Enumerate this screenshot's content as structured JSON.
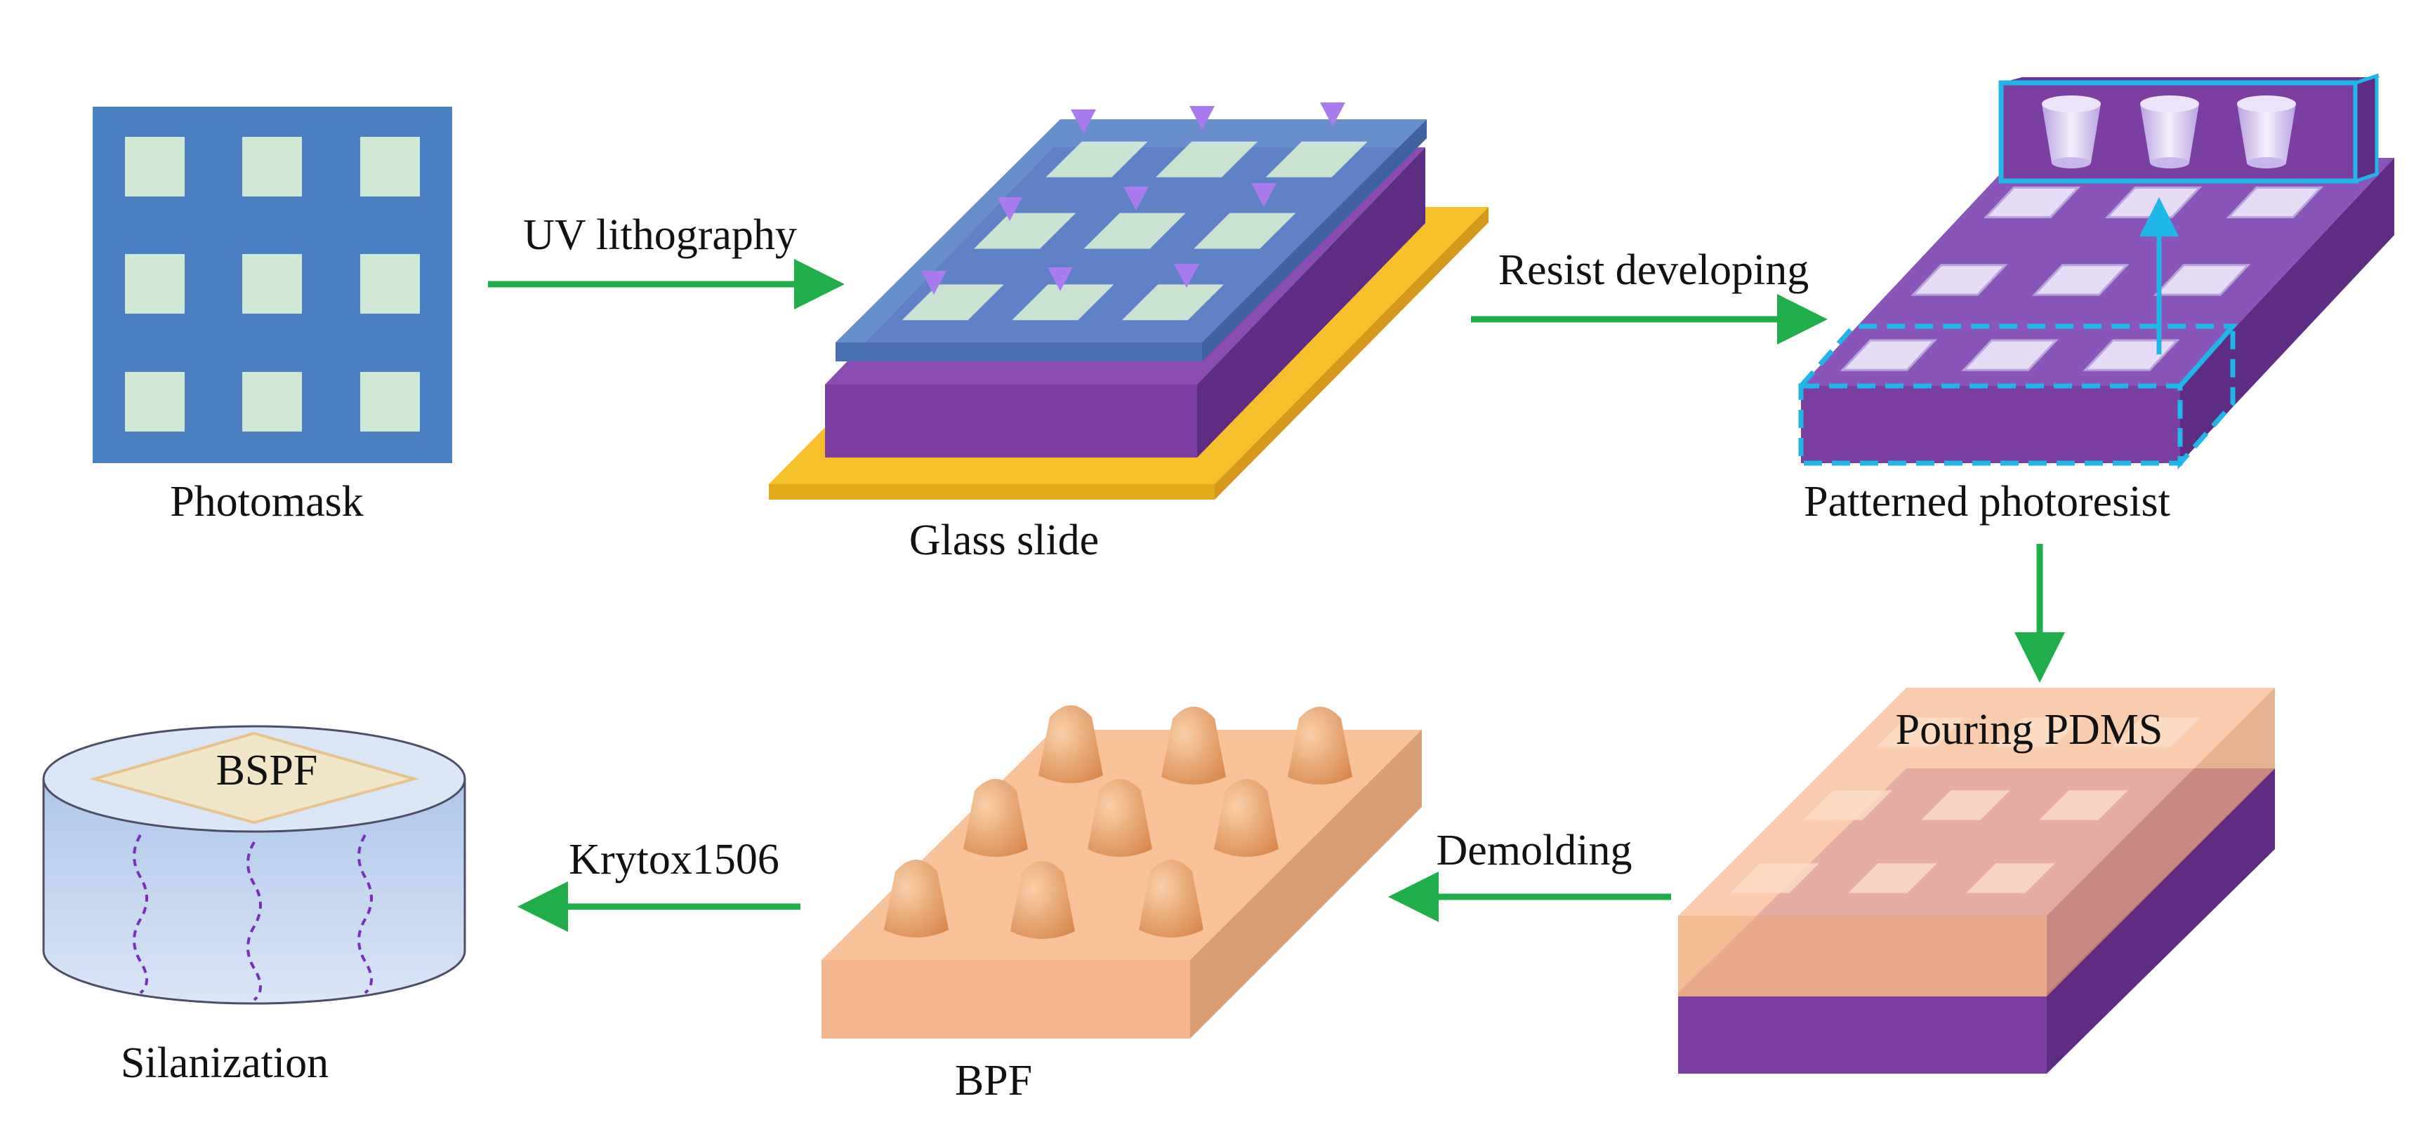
{
  "labels": {
    "photomask": "Photomask",
    "uv_lithography": "UV lithography",
    "glass_slide": "Glass slide",
    "resist_developing": "Resist developing",
    "patterned_photoresist": "Patterned photoresist",
    "pouring_pdms": "Pouring PDMS",
    "demolding": "Demolding",
    "bpf": "BPF",
    "krytox": "Krytox1506",
    "bspf": "BSPF",
    "silanization": "Silanization"
  },
  "colors": {
    "mask_blue": "#4a7fc1",
    "mask_window": "#cfe8d4",
    "photoresist_purple": "#7a3fa0",
    "photoresist_side": "#5e2d83",
    "glass_yellow": "#f6c02a",
    "uv_arrow": "#a97bef",
    "process_arrow": "#1fae4a",
    "highlight_cyan": "#1fb6e8",
    "pdms_peach": "#f7c19a",
    "pillar_orange": "#e8a06a",
    "dish_blue": "#c2d5f0",
    "wavy_purple": "#7a2fb8"
  }
}
